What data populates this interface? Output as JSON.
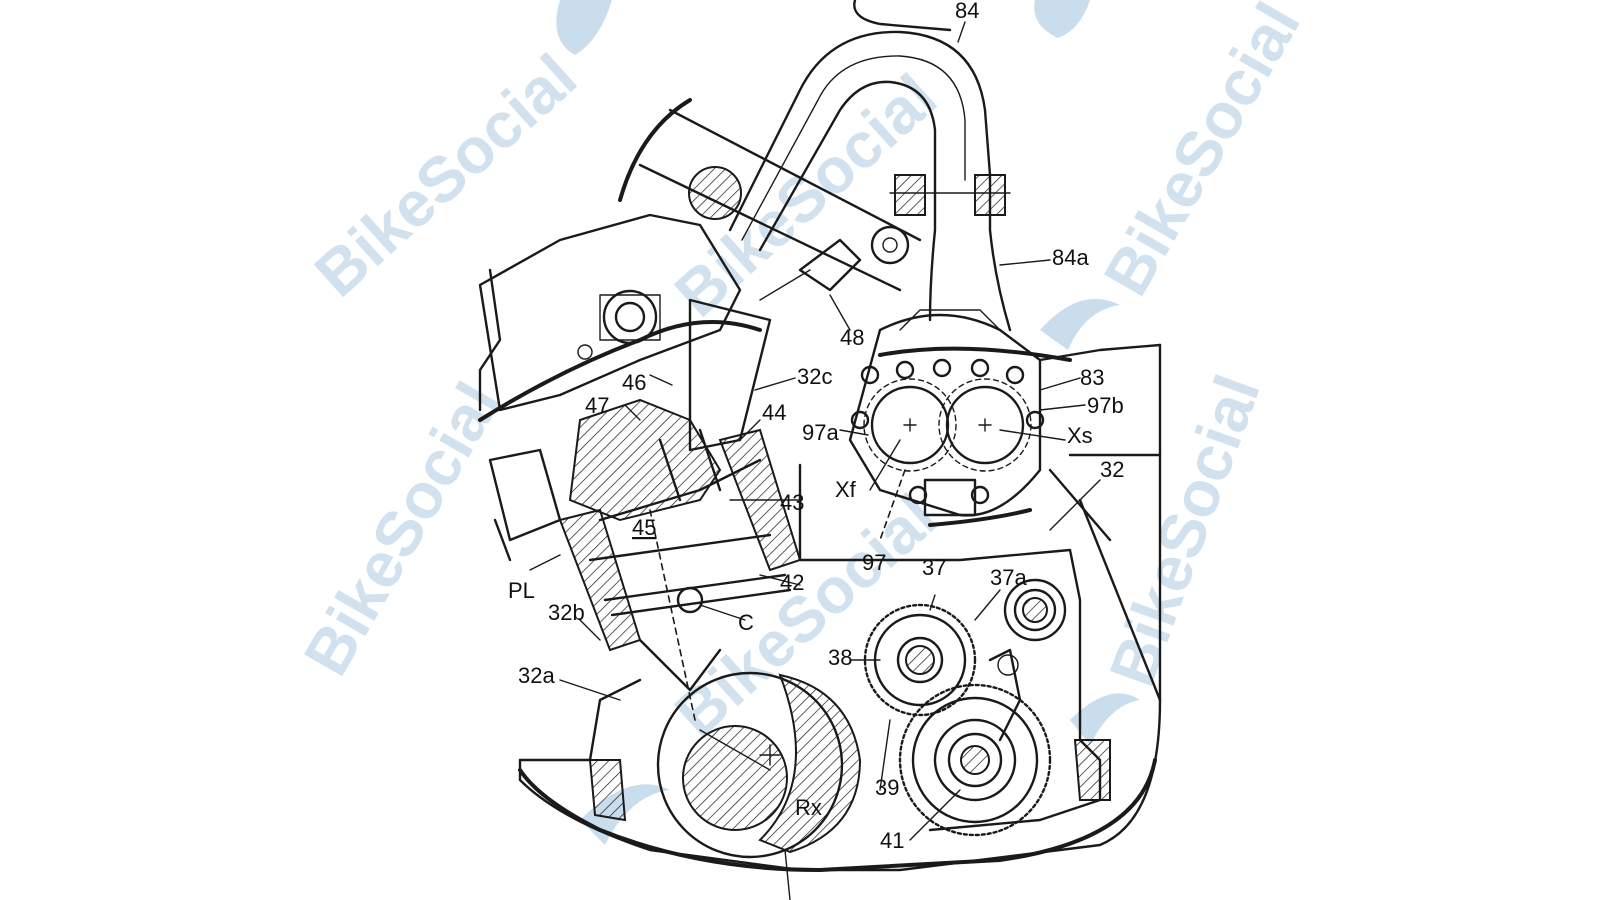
{
  "watermark": {
    "brand": "BikeSocial",
    "color": "#c9dceb"
  },
  "labels": {
    "l84": "84",
    "l84a": "84a",
    "l48": "48",
    "l83": "83",
    "l97b": "97b",
    "l32c": "32c",
    "l46": "46",
    "l47": "47",
    "l44": "44",
    "l97a": "97a",
    "lXs": "Xs",
    "lXf": "Xf",
    "l32": "32",
    "l43": "43",
    "l45": "45",
    "l97": "97",
    "l37": "37",
    "l37a": "37a",
    "l42": "42",
    "lPL": "PL",
    "l32b": "32b",
    "lC": "C",
    "l38": "38",
    "l32a": "32a",
    "l39": "39",
    "lRx": "Rx",
    "l41": "41"
  }
}
